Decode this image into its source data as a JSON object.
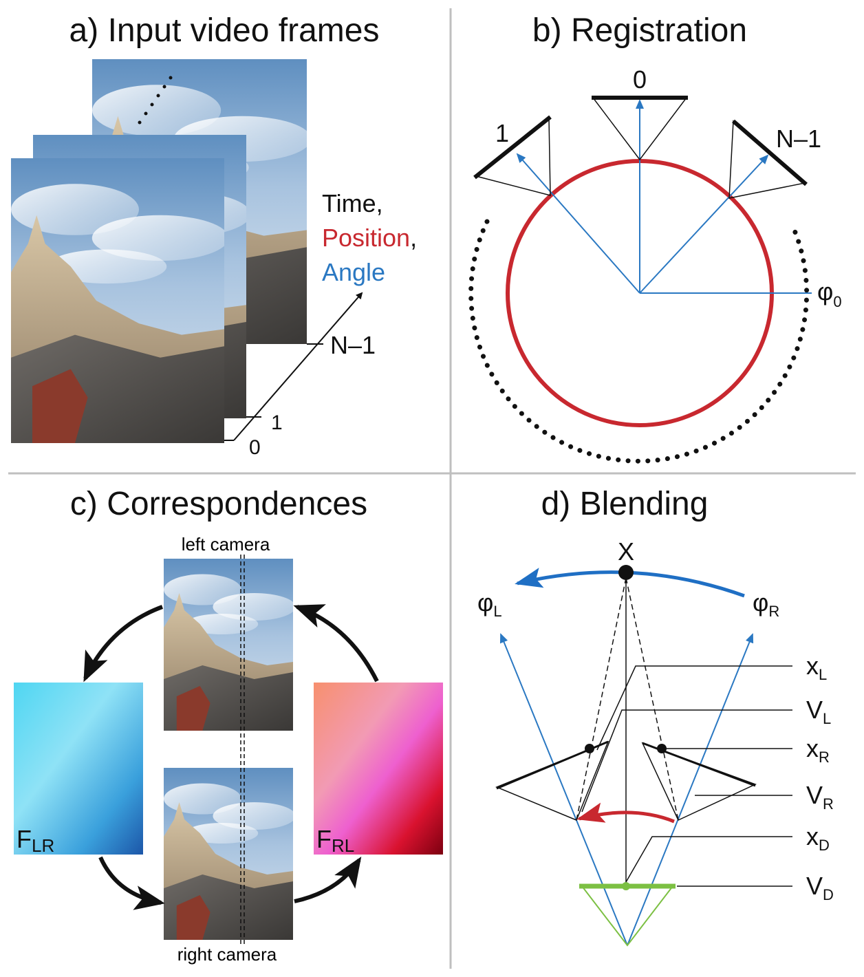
{
  "panels": {
    "a": {
      "title": "a) Input video frames",
      "axis_label_time": "Time,",
      "axis_label_position": "Position",
      "axis_label_position_suffix": ",",
      "axis_label_angle": "Angle",
      "frame_label_0": "0",
      "frame_label_1": "1",
      "frame_label_last": "N–1"
    },
    "b": {
      "title": "b) Registration",
      "camera_label_0": "0",
      "camera_label_1": "1",
      "camera_label_last": "N–1",
      "angle_label": "φ",
      "angle_label_sub": "0"
    },
    "c": {
      "title": "c) Correspondences",
      "label_left_camera": "left camera",
      "label_right_camera": "right camera",
      "flow_lr": "F",
      "flow_lr_sub": "LR",
      "flow_rl": "F",
      "flow_rl_sub": "RL"
    },
    "d": {
      "title": "d) Blending",
      "point_label": "X",
      "phi_left": "φ",
      "phi_left_sub": "L",
      "phi_right": "φ",
      "phi_right_sub": "R",
      "legend": [
        {
          "main": "x",
          "sub": "L"
        },
        {
          "main": "V",
          "sub": "L"
        },
        {
          "main": "x",
          "sub": "R"
        },
        {
          "main": "V",
          "sub": "R"
        },
        {
          "main": "x",
          "sub": "D"
        },
        {
          "main": "V",
          "sub": "D"
        }
      ]
    }
  },
  "colors": {
    "position_red": "#c8282f",
    "angle_blue": "#2a78c2",
    "arc_blue": "#1f6fc4",
    "arc_red": "#c8282f",
    "virtual_green": "#7cc043",
    "divider": "#bfbfbf",
    "flow_lr_gradient": [
      "#5fd8f0",
      "#8de0f6",
      "#3aa6e0",
      "#1f5fb0"
    ],
    "flow_rl_gradient": [
      "#f48a6a",
      "#f0a0b8",
      "#ee5fd0",
      "#d81030",
      "#8a0010"
    ],
    "sky": [
      "#5f8fc0",
      "#b9cfe4"
    ],
    "building": [
      "#c9b89a",
      "#7a6a58"
    ]
  },
  "icons": {
    "frame_stack": "photo-stack-icon",
    "camera": "camera-triangle-icon",
    "flow_arrow": "curved-arrow-icon"
  }
}
